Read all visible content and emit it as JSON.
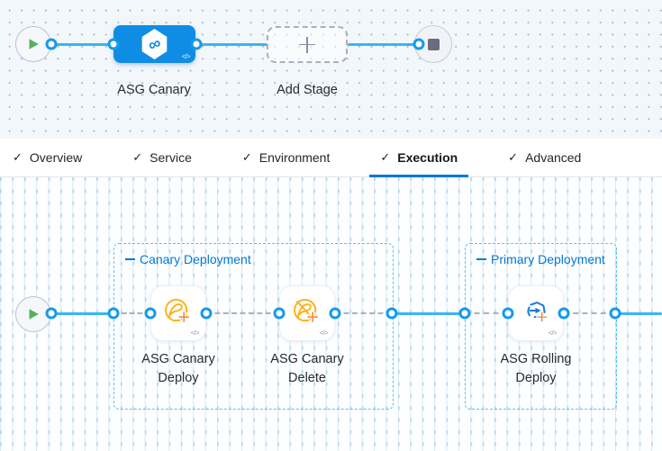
{
  "stage_canvas": {
    "stage": {
      "label": "ASG Canary",
      "icon_glyph": "∞",
      "code_glyph": "</>"
    },
    "add_stage": {
      "label": "Add Stage"
    }
  },
  "tabs": {
    "check_glyph": "✓",
    "items": [
      {
        "label": "Overview",
        "active": false
      },
      {
        "label": "Service",
        "active": false
      },
      {
        "label": "Environment",
        "active": false
      },
      {
        "label": "Execution",
        "active": true
      },
      {
        "label": "Advanced",
        "active": false
      }
    ]
  },
  "execution_canvas": {
    "groups": [
      {
        "label": "Canary Deployment",
        "steps": [
          {
            "line1": "ASG Canary",
            "line2": "Deploy",
            "icon": "asg-canary-deploy-icon",
            "code_glyph": "</>"
          },
          {
            "line1": "ASG Canary",
            "line2": "Delete",
            "icon": "asg-canary-delete-icon",
            "code_glyph": "</>"
          }
        ]
      },
      {
        "label": "Primary Deployment",
        "steps": [
          {
            "line1": "ASG Rolling",
            "line2": "Deploy",
            "icon": "asg-rolling-deploy-icon",
            "code_glyph": "</>"
          }
        ]
      }
    ]
  },
  "colors": {
    "stage_node_blue": "#0f8de4",
    "connector_blue": "#3ab6ef",
    "port_ring_blue": "#169ae8",
    "group_border_blue": "#55c3f2",
    "group_label_blue": "#0278d5",
    "tab_underline_blue": "#0278d5",
    "icon_amber": "#fcb21c",
    "icon_orange": "#ee7c2b",
    "icon_rolling_blue": "#1b7bd4",
    "play_green": "#54b35b",
    "stop_gray": "#696d7f"
  }
}
